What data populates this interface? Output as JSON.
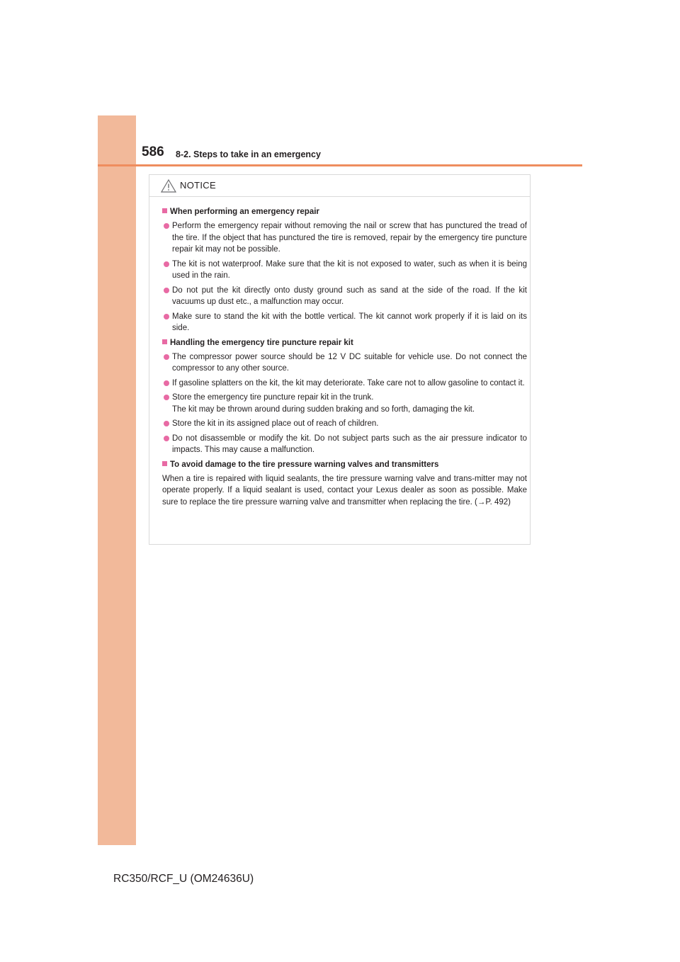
{
  "header": {
    "page_number": "586",
    "section": "8-2. Steps to take in an emergency"
  },
  "notice": {
    "label": "NOTICE",
    "sections": [
      {
        "heading": "When performing an emergency repair",
        "items": [
          "Perform the emergency repair without removing the nail or screw that has punctured the tread of the tire. If the object that has punctured the tire is removed, repair by the emergency tire puncture repair kit may not be possible.",
          "The kit is not waterproof. Make sure that the kit is not exposed to water, such as when it is being used in the rain.",
          "Do not put the kit directly onto dusty ground such as sand at the side of the road. If the kit vacuums up dust etc., a malfunction may occur.",
          "Make sure to stand the kit with the bottle vertical. The kit cannot work properly if it is laid on its side."
        ]
      },
      {
        "heading": "Handling the emergency tire puncture repair kit",
        "items": [
          "The compressor power source should be 12 V DC suitable for vehicle use. Do not connect the compressor to any other source.",
          "If gasoline splatters on the kit, the kit may deteriorate. Take care not to allow gasoline to contact it.",
          "Store the emergency tire puncture repair kit in the trunk.",
          "Store the kit in its assigned place out of reach of children.",
          "Do not disassemble or modify the kit. Do not subject parts such as the air pressure indicator to impacts. This may cause a malfunction."
        ],
        "item3_line2": "The kit may be thrown around during sudden braking and so forth, damaging the kit."
      },
      {
        "heading": "To avoid damage to the tire pressure warning valves and transmitters",
        "text": "When a tire is repaired with liquid sealants, the tire pressure warning valve and trans-mitter may not operate properly. If a liquid sealant is used, contact your Lexus dealer as soon as possible. Make sure to replace the tire pressure warning valve and transmitter when replacing the tire. (→P. 492)"
      }
    ]
  },
  "footer": {
    "model": "RC350/RCF_U (OM24636U)"
  },
  "colors": {
    "side_tab": "#f2b99a",
    "rule": "#ef8d5e",
    "bullet": "#e86aa4"
  }
}
